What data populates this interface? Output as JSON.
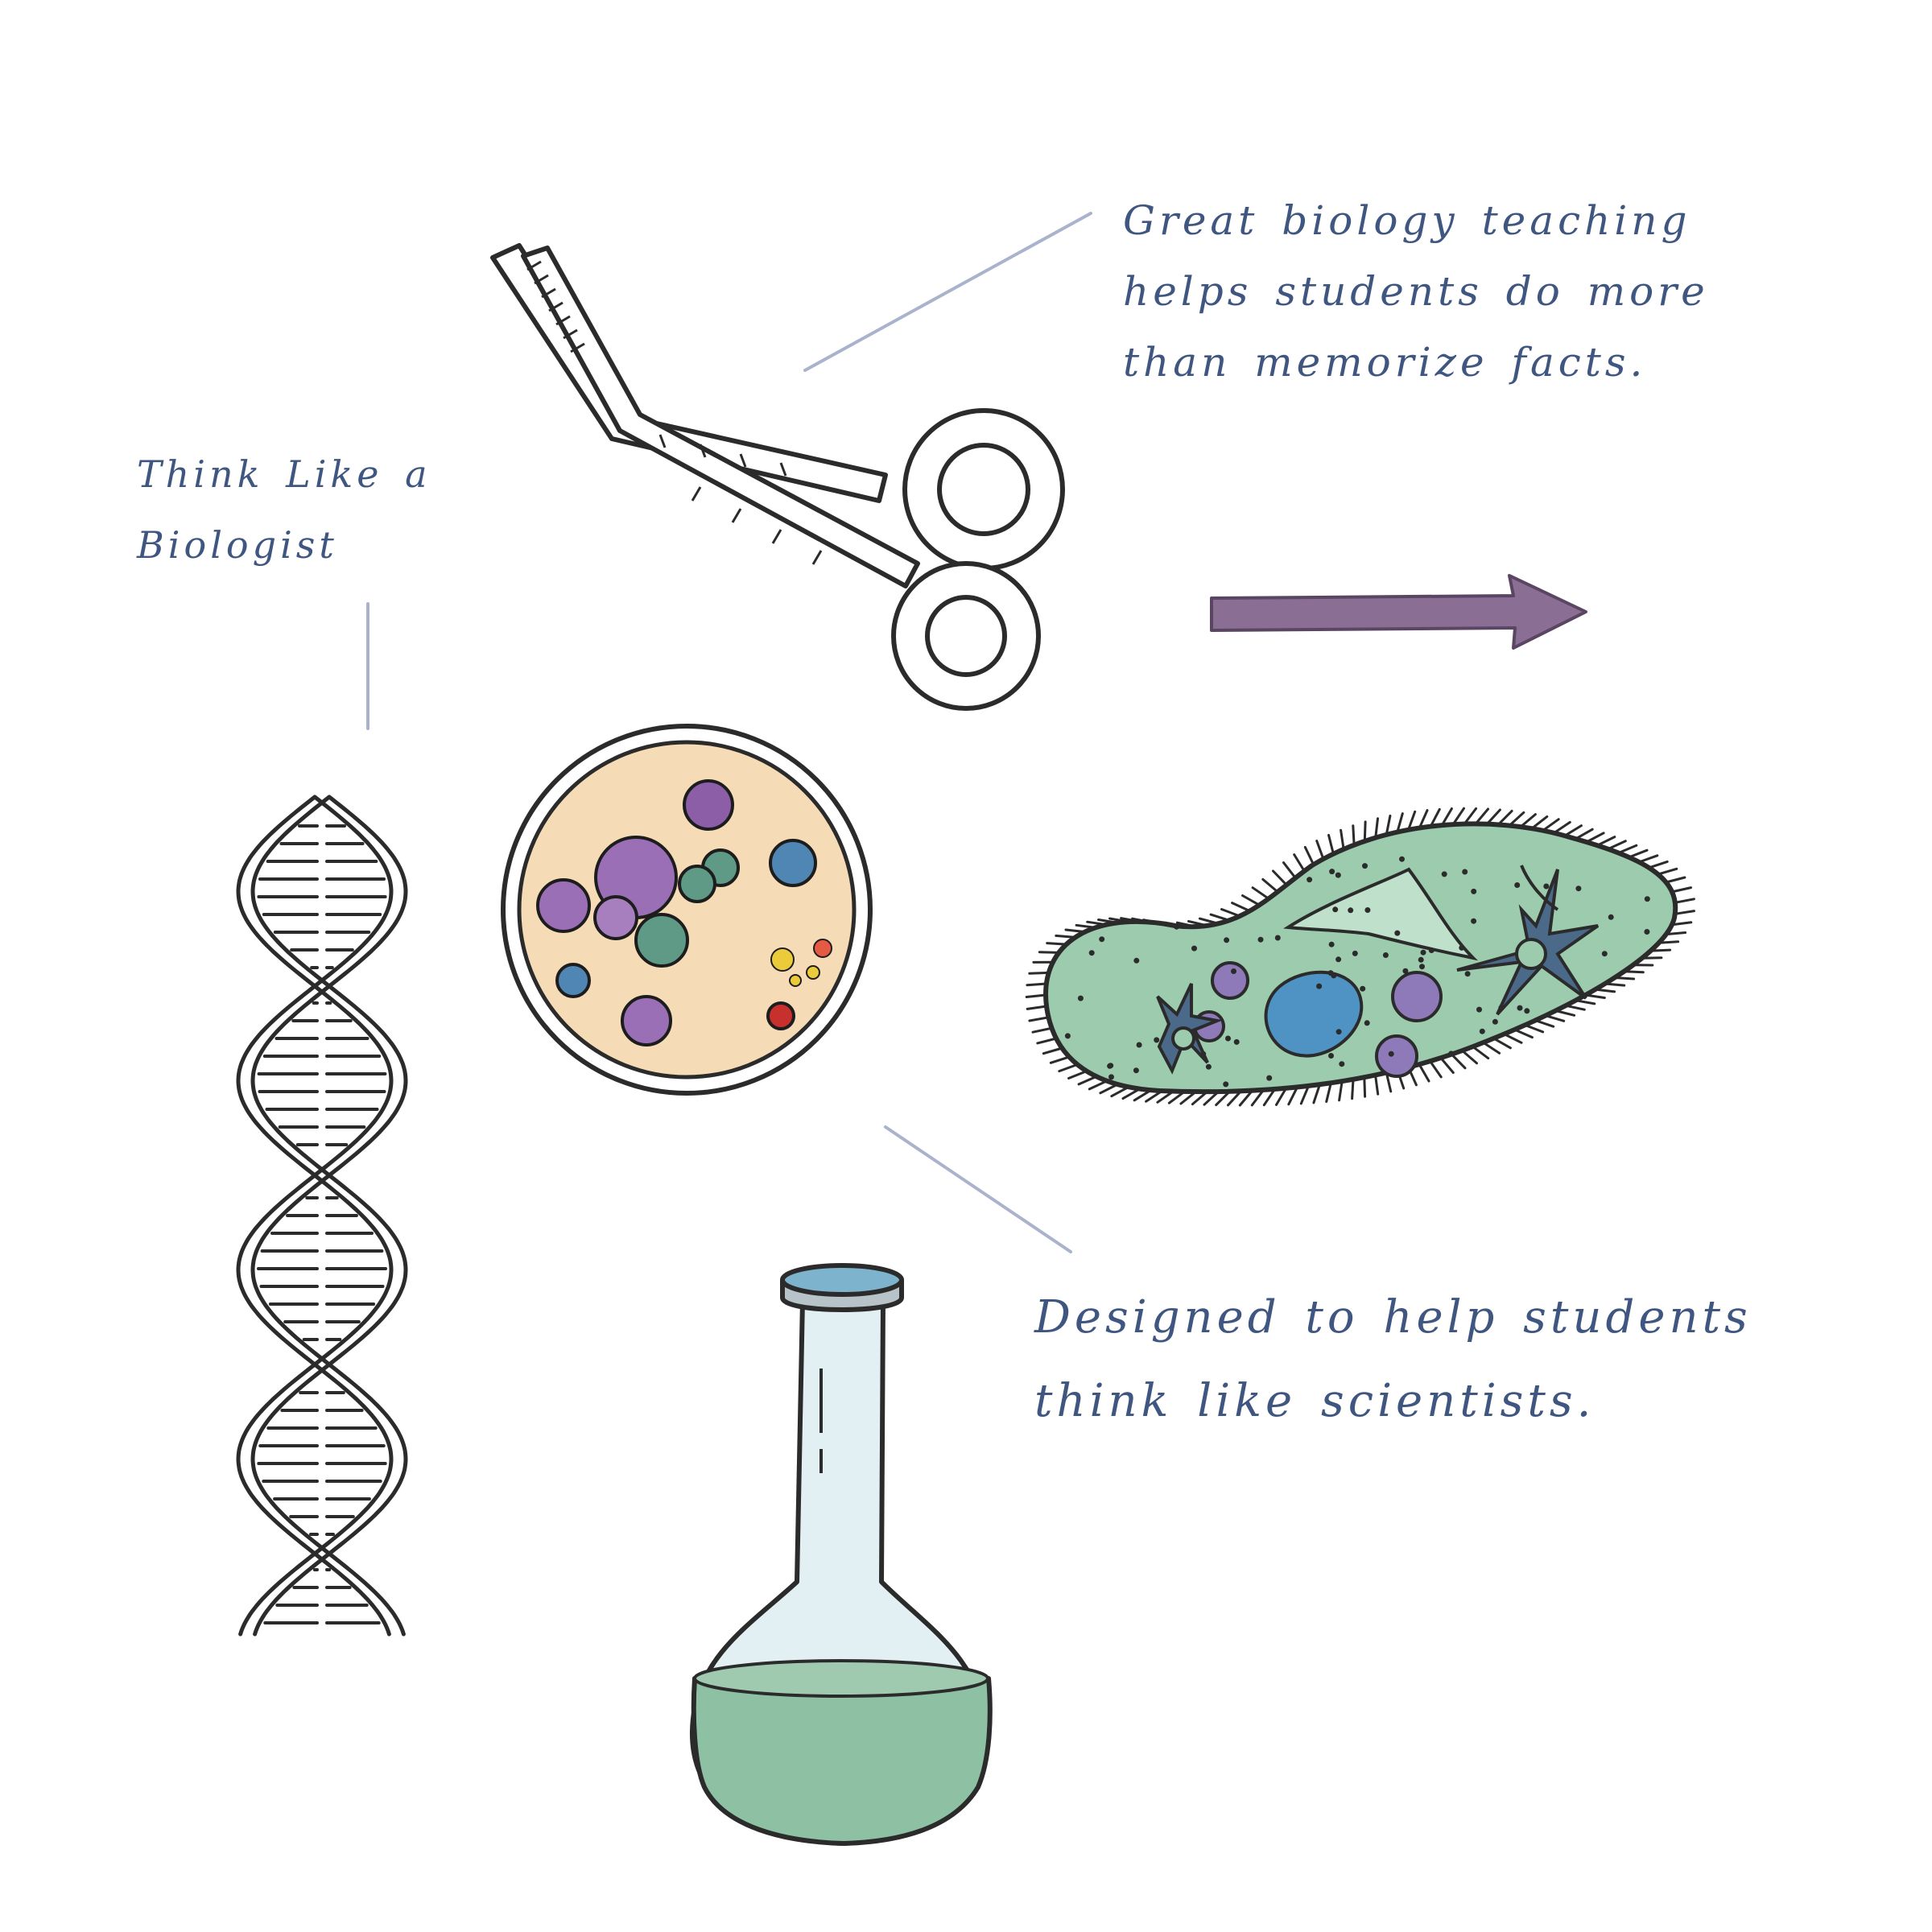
{
  "captions": {
    "think_like": "Think Like a Biologist",
    "great_teaching": "Great biology teaching helps students do more than memorize facts.",
    "designed_to_help": "Designed to help students think like scientists."
  },
  "icons": {
    "dna": "dna-helix-icon",
    "scissors": "surgical-scissors-icon",
    "arrow": "right-arrow-icon",
    "petri_dish": "petri-dish-icon",
    "paramecium": "paramecium-icon",
    "flask": "flask-icon"
  },
  "colors": {
    "ink": "#2b2b2b",
    "caption_text": "#3f5680",
    "connector_line": "#a9b3cc",
    "arrow_fill": "#8a6e93",
    "arrow_stroke": "#5a4563",
    "petri_agar": "#f6dcb6",
    "paramecium_body": "#9ccbae",
    "flask_liquid": "#8ec0a3",
    "flask_glass": "#e3f0f3",
    "flask_rim": "#7db3cd",
    "colony_purple": "#9b6fb6",
    "colony_green": "#5e9a86",
    "colony_blue": "#4f86b4",
    "colony_yellow": "#eccb3a",
    "colony_red": "#c8302d"
  }
}
